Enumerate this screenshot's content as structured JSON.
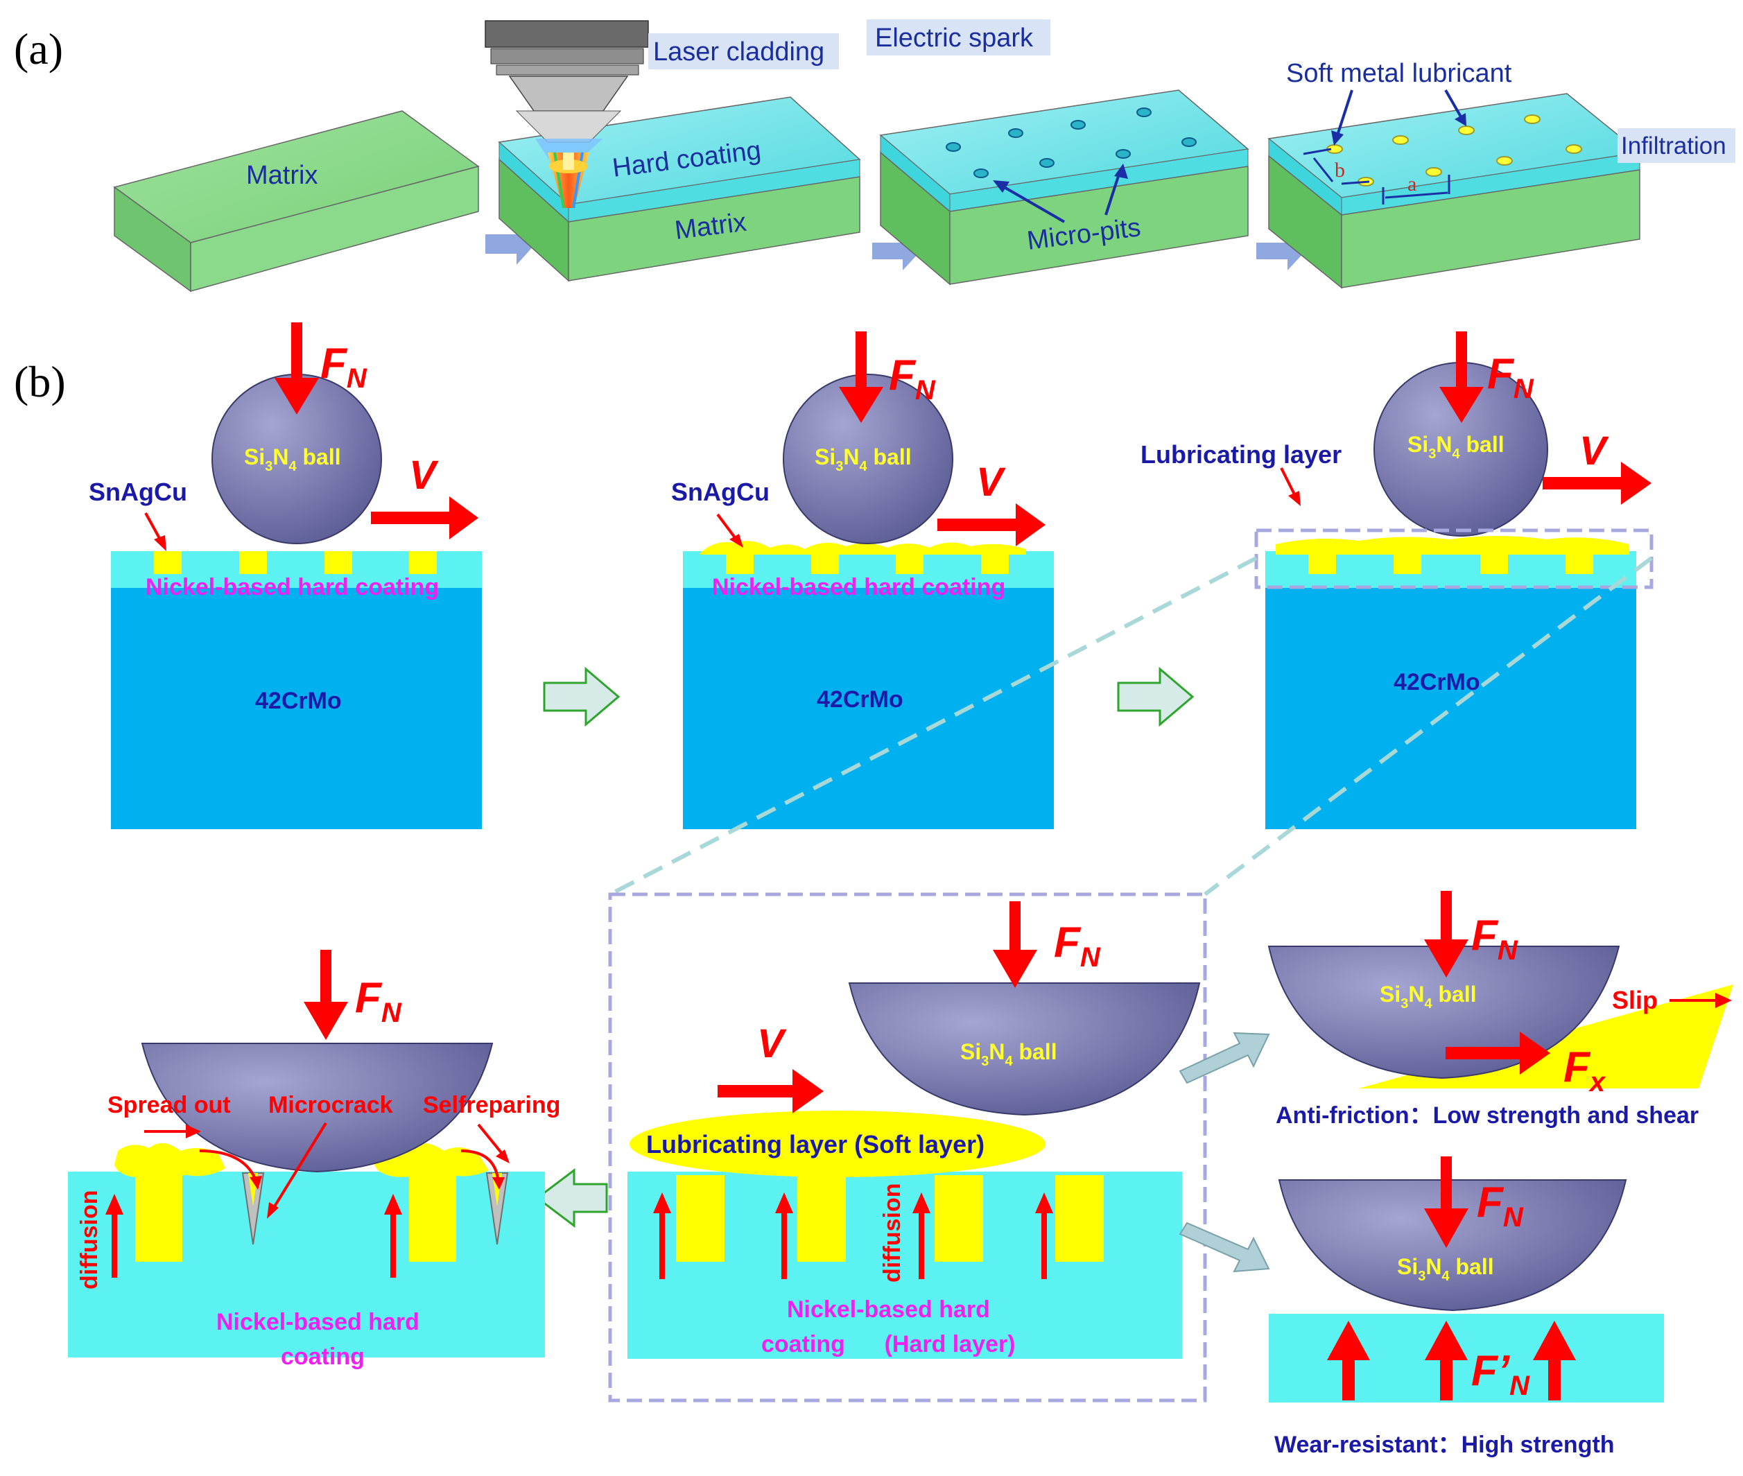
{
  "panel_a": {
    "label": "(a)",
    "matrix_label": "Matrix",
    "hard_coating_label": "Hard coating",
    "laser_cladding_label": "Laser cladding",
    "electric_spark_label": "Electric spark",
    "micro_pits_label": "Micro-pits",
    "soft_metal_label": "Soft metal lubricant",
    "infiltration_label": "Infiltration",
    "dim_a": "a",
    "dim_b": "b"
  },
  "panel_b": {
    "label": "(b)",
    "force_symbol": "F",
    "force_sub": "N",
    "force_prime": "F’",
    "velocity_symbol": "V",
    "fx_sub": "x",
    "ball_si": "Si",
    "ball_sub3": "3",
    "ball_n": "N",
    "ball_sub4": "4",
    "ball_word": " ball",
    "snagcu_label": "SnAgCu",
    "nickel_coating_label": "Nickel-based hard coating",
    "substrate_label": "42CrMo",
    "lubricating_layer_label": "Lubricating layer",
    "soft_layer_label": "Lubricating layer (Soft layer)",
    "hard_layer_line1": "Nickel-based hard",
    "hard_layer_line2": "coating      (Hard layer)",
    "diffusion_label": "diffusion",
    "spread_out_label": "Spread out",
    "microcrack_label": "Microcrack",
    "selfrepairing_label": "Selfreparing",
    "nickel_line1": "Nickel-based hard",
    "nickel_line2": "coating",
    "slip_label": "Slip",
    "anti_friction_label": "Anti-friction：Low strength and shear",
    "wear_resistant_label": "Wear-resistant：High strength"
  },
  "colors": {
    "matrix_green": "#7ed47e",
    "coating_cyan": "#5cf2f2",
    "substrate_blue": "#00b0ef",
    "lubricant_yellow": "#ffff00",
    "ball_purple": "#7a7ab0",
    "force_red": "#ff0000",
    "label_blue": "#1a1aa6",
    "label_magenta": "#ee22ee",
    "dashed_lavender": "#a8a8e0",
    "process_arrow": "#8fa8e0"
  }
}
